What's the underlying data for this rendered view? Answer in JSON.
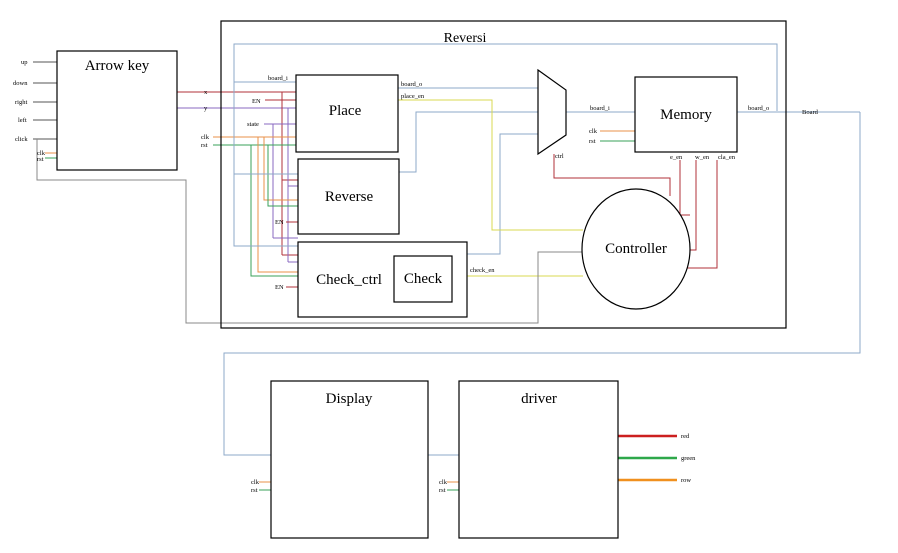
{
  "colors": {
    "blue": "#8ea9c9",
    "red": "#b0303a",
    "green": "#3aa058",
    "orange": "#e8904a",
    "purple": "#8868c0",
    "yellow": "#d8d850",
    "gray": "#888888",
    "bright_red": "#cc1f1f",
    "bright_green": "#2ea84a",
    "bright_orange": "#f0901e"
  },
  "arrow_key": {
    "title": "Arrow key",
    "inputs": [
      "up",
      "down",
      "right",
      "left",
      "click"
    ],
    "clk": "clk",
    "rst": "rst",
    "out_x": "x",
    "out_y": "y"
  },
  "reversi": {
    "title": "Reversi",
    "place": {
      "title": "Place",
      "board_i": "board_i",
      "en": "EN",
      "state": "state",
      "clk": "clk",
      "rst": "rst",
      "board_o": "board_o",
      "place_en": "place_en"
    },
    "reverse": {
      "title": "Reverse",
      "en": "EN"
    },
    "check_ctrl": {
      "title": "Check_ctrl",
      "en": "EN",
      "check_en": "check_en"
    },
    "check": {
      "title": "Check"
    },
    "mux": {
      "ctrl": "ctrl"
    },
    "memory": {
      "title": "Memory",
      "board_i": "board_i",
      "clk": "clk",
      "rst": "rst",
      "board_o": "board_o",
      "e_en": "e_en",
      "w_en": "w_en",
      "cla_en": "cla_en"
    },
    "controller": {
      "title": "Controller"
    },
    "board": "Board"
  },
  "display": {
    "title": "Display",
    "clk": "clk",
    "rst": "rst"
  },
  "driver": {
    "title": "driver",
    "clk": "clk",
    "rst": "rst",
    "outputs": [
      "red",
      "green",
      "row"
    ]
  }
}
